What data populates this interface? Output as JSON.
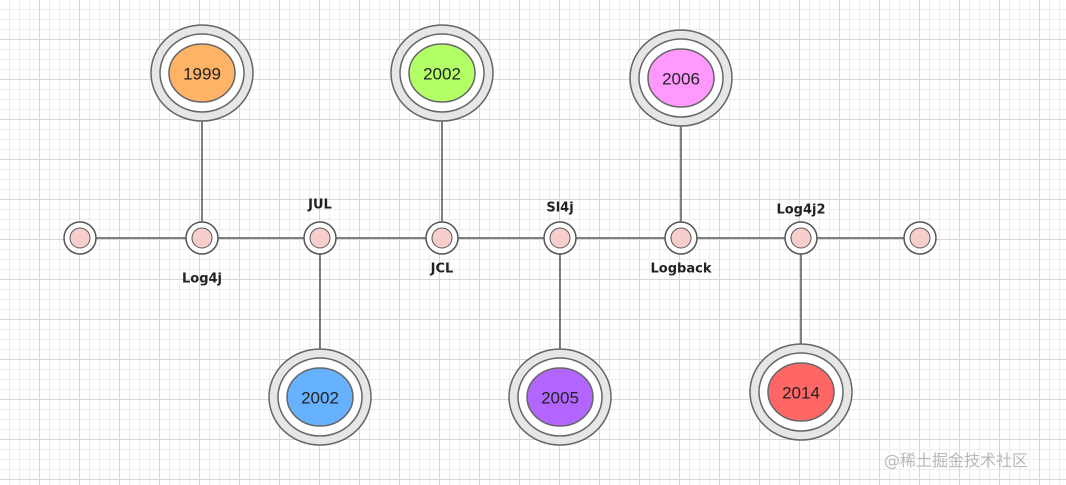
{
  "nodes": [
    {
      "key": "start",
      "label": ""
    },
    {
      "key": "log4j",
      "label": "Log4j",
      "label_pos": "below",
      "year": "1999",
      "year_pos": "above",
      "year_color": "#ffb366"
    },
    {
      "key": "jul",
      "label": "JUL",
      "label_pos": "above",
      "year": "2002",
      "year_pos": "below",
      "year_color": "#66b2ff"
    },
    {
      "key": "jcl",
      "label": "JCL",
      "label_pos": "below",
      "year": "2002",
      "year_pos": "above",
      "year_color": "#b3ff66"
    },
    {
      "key": "slf4j",
      "label": "Sl4j",
      "label_pos": "above",
      "year": "2005",
      "year_pos": "below",
      "year_color": "#b266ff"
    },
    {
      "key": "logback",
      "label": "Logback",
      "label_pos": "below",
      "year": "2006",
      "year_pos": "above",
      "year_color": "#ff99ff"
    },
    {
      "key": "log4j2",
      "label": "Log4j2",
      "label_pos": "above",
      "year": "2014",
      "year_pos": "below",
      "year_color": "#ff6666"
    },
    {
      "key": "end",
      "label": ""
    }
  ],
  "colors": {
    "line": "#555555",
    "small_circle_fill": "#f8cecc",
    "ring_fill": "#e6e6e6",
    "ring_stroke": "#666666"
  },
  "watermark": "@稀土掘金技术社区"
}
